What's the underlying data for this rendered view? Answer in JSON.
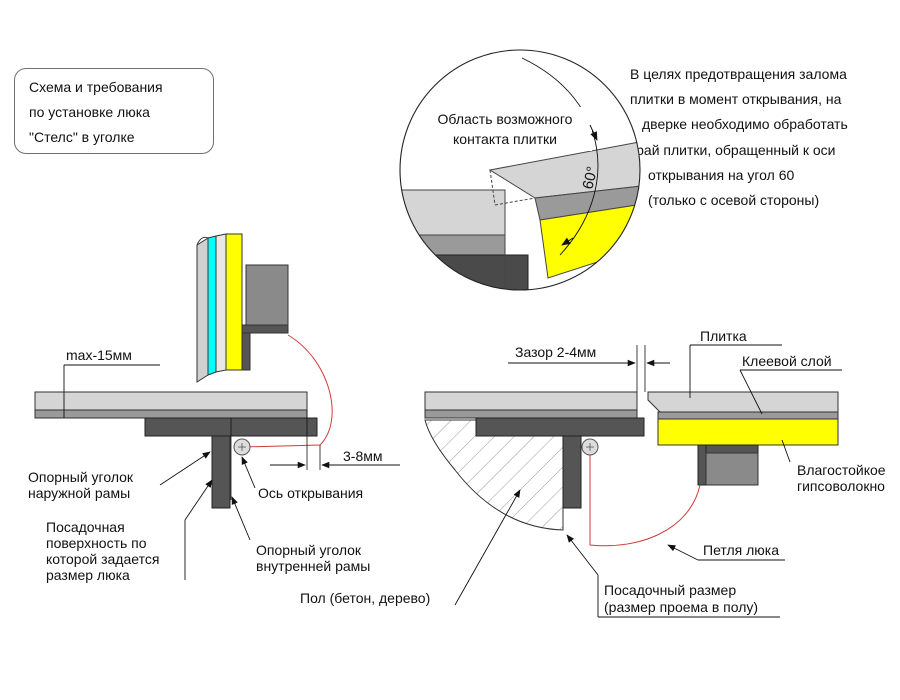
{
  "title_box": {
    "lines": [
      "Схема и требования",
      "по установке люка",
      "\"Стелс\" в уголке"
    ]
  },
  "note": {
    "lines": [
      "В целях предотвращения залома",
      "плитки в момент открывания, на",
      "дверке необходимо обработать",
      "край плитки, обращенный к оси",
      "открывания на угол 60",
      "(только с осевой стороны)"
    ]
  },
  "detail": {
    "contact_area_line1": "Область возможного",
    "contact_area_line2": "контакта плитки",
    "angle_label": "60°"
  },
  "left_section": {
    "max_label": "max-15мм",
    "gap_label": "3-8мм",
    "axis_label": "Ось открывания",
    "outer_angle_line1": "Опорный уголок",
    "outer_angle_line2": "наружной рамы",
    "seat_line1": "Посадочная",
    "seat_line2": "поверхность по",
    "seat_line3": "которой задается",
    "seat_line4": "размер люка",
    "inner_angle_line1": "Опорный уголок",
    "inner_angle_line2": "внутренней рамы"
  },
  "right_section": {
    "gap_label": "Зазор 2-4мм",
    "tile_label": "Плитка",
    "glue_label": "Клеевой слой",
    "board_line1": "Влагостойкое",
    "board_line2": "гипсоволокно",
    "hinge_label": "Петля люка",
    "floor_label": "Пол (бетон, дерево)",
    "seat_size_line1": "Посадочный размер",
    "seat_size_line2": "(размер проема в полу)"
  },
  "colors": {
    "tile": "#cfcfcf",
    "tile_edge": "#9a9a9a",
    "steel": "#555555",
    "block": "#8a8a8a",
    "glue_yellow": "#ffff00",
    "cyan": "#00ffff",
    "hinge_red": "#d33a3a",
    "line": "#222222"
  }
}
